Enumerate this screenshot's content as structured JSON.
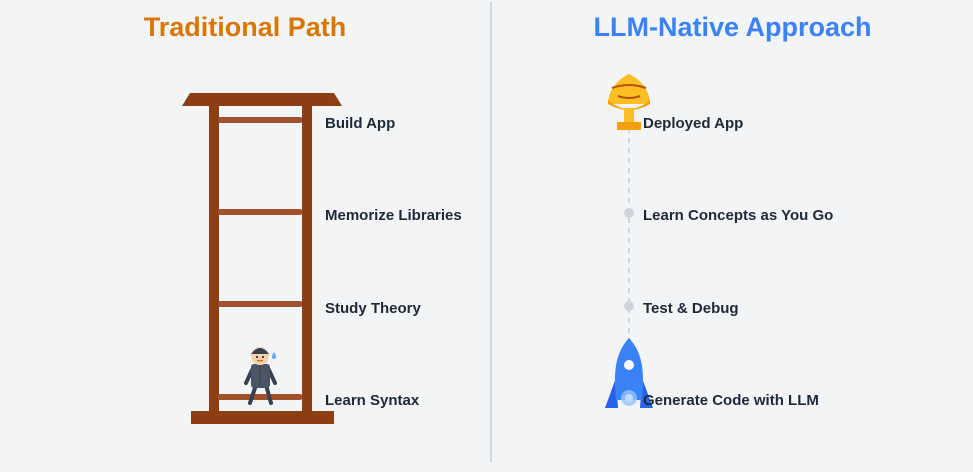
{
  "colors": {
    "background": "#f3f4f6",
    "traditional_accent": "#d97706",
    "native_accent": "#3b82f6",
    "ladder_wood": "#8b3f12",
    "ladder_rung": "#a0522d",
    "trophy": "#fbbf24",
    "trophy_dark": "#f59e0b",
    "path_line": "#d1d5db",
    "label_text": "#1f2937"
  },
  "traditional": {
    "title": "Traditional Path",
    "steps": [
      {
        "label": "Build App"
      },
      {
        "label": "Memorize Libraries"
      },
      {
        "label": "Study Theory"
      },
      {
        "label": "Learn Syntax"
      }
    ],
    "icons": [
      "ladder-icon",
      "climbing-person-icon",
      "sweat-drop-icon"
    ]
  },
  "native": {
    "title": "LLM-Native Approach",
    "steps": [
      {
        "label": "Deployed App"
      },
      {
        "label": "Learn Concepts as You Go"
      },
      {
        "label": "Test & Debug"
      },
      {
        "label": "Generate Code with LLM"
      }
    ],
    "icons": [
      "trophy-icon",
      "rocket-icon"
    ]
  }
}
